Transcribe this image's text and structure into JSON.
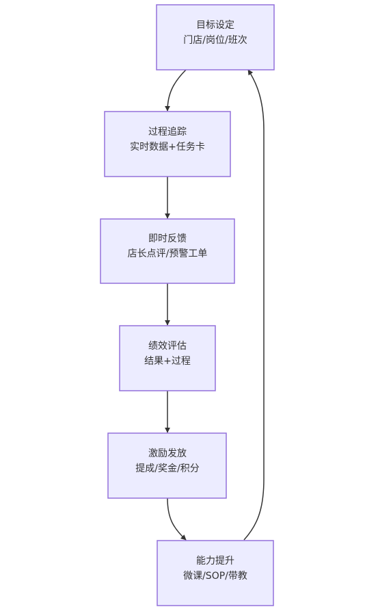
{
  "nodes": [
    {
      "id": "goal",
      "title": "目标设定",
      "subtitle": "门店/岗位/班次"
    },
    {
      "id": "tracking",
      "title": "过程追踪",
      "subtitle": "实时数据+任务卡"
    },
    {
      "id": "feedback",
      "title": "即时反馈",
      "subtitle": "店长点评/预警工单"
    },
    {
      "id": "evaluation",
      "title": "绩效评估",
      "subtitle": "结果+过程"
    },
    {
      "id": "incentive",
      "title": "激励发放",
      "subtitle": "提成/奖金/积分"
    },
    {
      "id": "capability",
      "title": "能力提升",
      "subtitle": "微课/SOP/带教"
    }
  ],
  "edges": [
    {
      "from": "goal",
      "to": "tracking"
    },
    {
      "from": "tracking",
      "to": "feedback"
    },
    {
      "from": "feedback",
      "to": "evaluation"
    },
    {
      "from": "evaluation",
      "to": "incentive"
    },
    {
      "from": "incentive",
      "to": "capability"
    },
    {
      "from": "capability",
      "to": "goal"
    }
  ],
  "colors": {
    "node_fill": "#ECECFF",
    "node_stroke": "#9370DB",
    "edge": "#333333",
    "text": "#333333"
  }
}
